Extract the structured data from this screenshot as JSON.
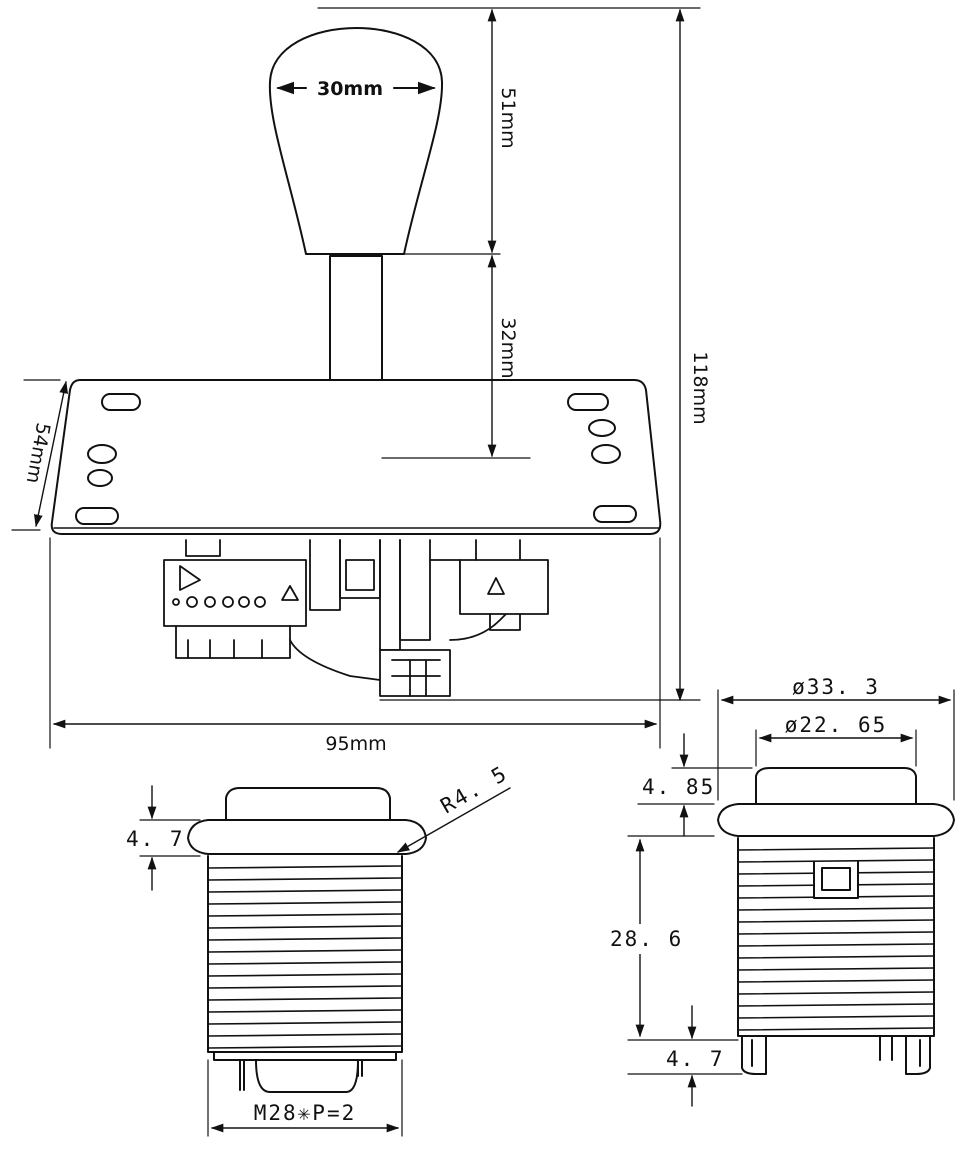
{
  "joystick": {
    "ball_width": "30mm",
    "ball_height": "51mm",
    "shaft_height": "32mm",
    "total_height": "118mm",
    "plate_height": "54mm",
    "plate_width": "95mm"
  },
  "button_left": {
    "bezel_height": "4. 7",
    "radius": "R4. 5",
    "thread": "M28✳P=2"
  },
  "button_right": {
    "outer_diameter": "ø33. 3",
    "inner_diameter": "ø22. 65",
    "cap_height": "4. 85",
    "body_height": "28. 6",
    "base_height": "4. 7"
  }
}
